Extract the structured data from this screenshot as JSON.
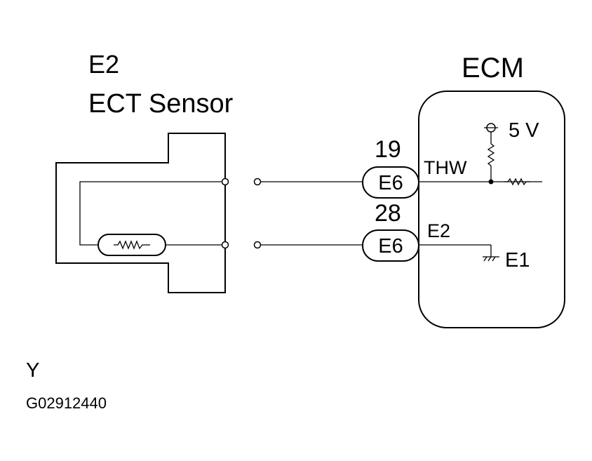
{
  "sensor": {
    "code": "E2",
    "name": "ECT Sensor"
  },
  "ecm": {
    "title": "ECM",
    "supply": "5 V",
    "ground": "E1"
  },
  "pins": [
    {
      "number": "19",
      "connector": "E6",
      "signal": "THW"
    },
    {
      "number": "28",
      "connector": "E6",
      "signal": "E2"
    }
  ],
  "footer": {
    "mark": "Y",
    "code": "G02912440"
  }
}
